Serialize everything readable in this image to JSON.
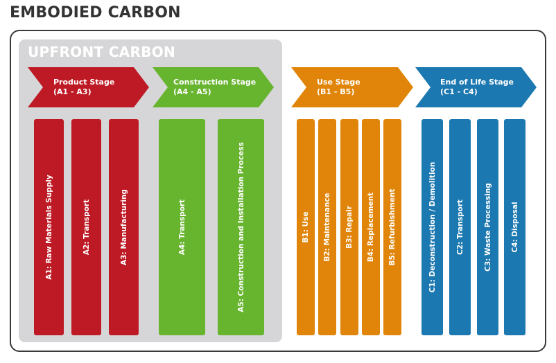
{
  "title": "EMBODIED CARBON",
  "upfront_title": "UPFRONT CARBON",
  "colors": {
    "product": "#be1a25",
    "construction": "#67b42f",
    "use": "#e08509",
    "end_of_life": "#1c78b0",
    "upfront_panel": "#d6d6d8"
  },
  "stages": [
    {
      "name": "Product Stage",
      "range": "(A1 - A3)"
    },
    {
      "name": "Construction Stage",
      "range": "(A4 - A5)"
    },
    {
      "name": "Use Stage",
      "range": "(B1 - B5)"
    },
    {
      "name": "End of Life Stage",
      "range": "(C1 - C4)"
    }
  ],
  "modules": {
    "product": [
      "A1: Raw Materials Supply",
      "A2: Transport",
      "A3: Manufacturing"
    ],
    "construction": [
      "A4: Transport",
      "A5: Construction and Installation Process"
    ],
    "use": [
      "B1: Use",
      "B2: Maintenance",
      "B3: Repair",
      "B4: Replacement",
      "B5: Refurbishment"
    ],
    "end_of_life": [
      "C1: Deconstruction / Demolition",
      "C2: Transport",
      "C3: Waste Processing",
      "C4: Disposal"
    ]
  }
}
